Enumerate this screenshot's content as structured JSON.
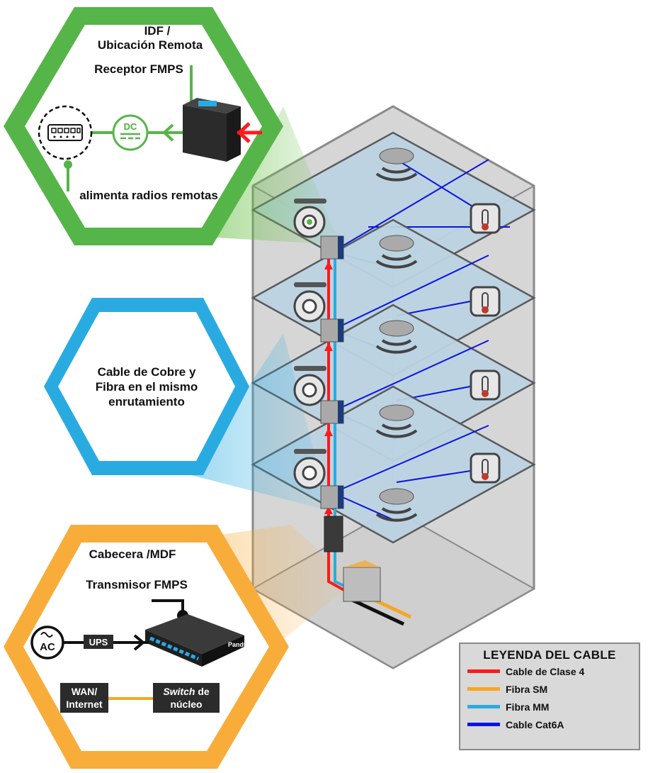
{
  "idf": {
    "title_line1": "IDF /",
    "title_line2": "Ubicación Remota",
    "receiver_label": "Receptor FMPS",
    "dc_label": "DC",
    "power_label": "alimenta radios remotas"
  },
  "middle": {
    "line1": "Cable de Cobre y",
    "line2": "Fibra en el mismo",
    "line3": "enrutamiento"
  },
  "mdf": {
    "title": "Cabecera /MDF",
    "transmitter_label": "Transmisor FMPS",
    "ac_label": "AC",
    "ups_label": "UPS",
    "device_brand": "Panduit",
    "wan_line1": "WAN/",
    "wan_line2": "Internet",
    "switch_word": "Switch",
    "switch_de": " de",
    "switch_line2": "núcleo"
  },
  "legend": {
    "title": "LEYENDA DEL CABLE",
    "items": [
      {
        "label": "Cable de Clase 4",
        "color": "#ff1a1a"
      },
      {
        "label": "Fibra SM",
        "color": "#f5a623"
      },
      {
        "label": "Fibra MM",
        "color": "#29abe2"
      },
      {
        "label": "Cable Cat6A",
        "color": "#0a14e6"
      }
    ]
  },
  "colors": {
    "idf_hex": "#56b548",
    "middle_hex": "#29abe2",
    "mdf_hex": "#f8ad3b",
    "class4": "#ff1a1a",
    "fiber_sm": "#f5a623",
    "fiber_mm": "#29abe2",
    "cat6a": "#0a14e6"
  },
  "icons": [
    "ethernet-switch-icon",
    "dc-power-icon",
    "fmps-receiver-icon",
    "wifi-access-point-icon",
    "camera-icon",
    "thermostat-icon",
    "ac-power-icon",
    "fmps-transmitter-icon"
  ]
}
